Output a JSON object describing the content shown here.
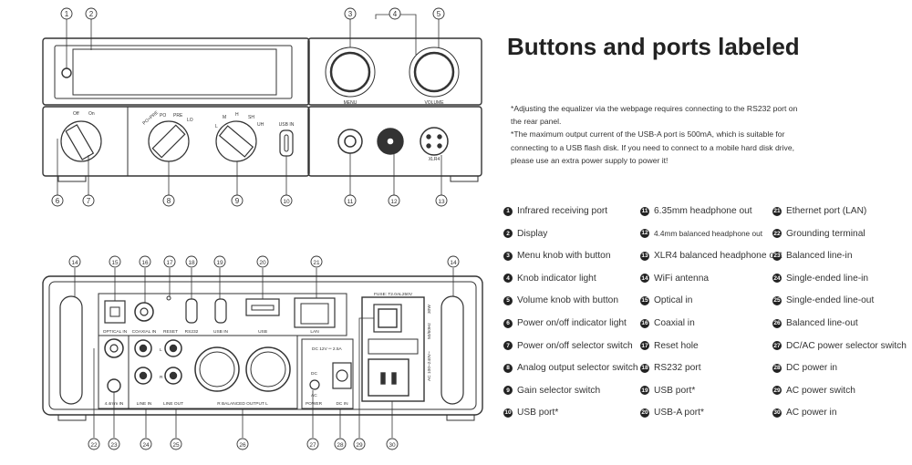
{
  "title": "Buttons and ports labeled",
  "notes": [
    "*Adjusting the equalizer via the webpage requires connecting to the RS232 port on",
    "the rear panel.",
    "*The maximum output current of the USB-A port is 500mA, which is suitable for",
    "connecting to a USB flash disk. If you need to connect to a mobile hard disk drive,",
    "please use an extra power supply to power it!"
  ],
  "legend": [
    {
      "num": "1",
      "label": "Infrared receiving port"
    },
    {
      "num": "2",
      "label": "Display"
    },
    {
      "num": "3",
      "label": "Menu knob with button"
    },
    {
      "num": "4",
      "label": "Knob indicator light"
    },
    {
      "num": "5",
      "label": "Volume knob with button"
    },
    {
      "num": "6",
      "label": "Power on/off indicator light"
    },
    {
      "num": "7",
      "label": "Power on/off selector switch"
    },
    {
      "num": "8",
      "label": "Analog output selector switch"
    },
    {
      "num": "9",
      "label": "Gain selector switch"
    },
    {
      "num": "10",
      "label": "USB port*"
    },
    {
      "num": "11",
      "label": "6.35mm headphone out"
    },
    {
      "num": "12",
      "label": "4.4mm balanced headphone out"
    },
    {
      "num": "13",
      "label": "XLR4 balanced headphone out"
    },
    {
      "num": "14",
      "label": "WiFi antenna"
    },
    {
      "num": "15",
      "label": "Optical in"
    },
    {
      "num": "16",
      "label": "Coaxial in"
    },
    {
      "num": "17",
      "label": "Reset hole"
    },
    {
      "num": "18",
      "label": "RS232 port"
    },
    {
      "num": "19",
      "label": "USB port*"
    },
    {
      "num": "20",
      "label": "USB-A port*"
    },
    {
      "num": "21",
      "label": "Ethernet port (LAN)"
    },
    {
      "num": "22",
      "label": "Grounding terminal"
    },
    {
      "num": "23",
      "label": "Balanced line-in"
    },
    {
      "num": "24",
      "label": "Single-ended line-in"
    },
    {
      "num": "25",
      "label": "Single-ended line-out"
    },
    {
      "num": "26",
      "label": "Balanced line-out"
    },
    {
      "num": "27",
      "label": "DC/AC power selector switch"
    },
    {
      "num": "28",
      "label": "DC power in"
    },
    {
      "num": "29",
      "label": "AC power switch"
    },
    {
      "num": "30",
      "label": "AC power in"
    }
  ],
  "front_labels": {
    "menu": "MENU",
    "volume": "VOLUME",
    "off": "Off",
    "on": "On",
    "gain_l": "L",
    "gain_m": "M",
    "gain_h": "H",
    "gain_sh": "SH",
    "gain_uh": "UH",
    "out_popre": "PO+PRE",
    "out_po": "PO",
    "out_pre": "PRE",
    "out_lo": "LO",
    "usb_in": "USB IN",
    "xlr_mark": "XLR4"
  },
  "rear_labels": {
    "optical_in": "OPTICAL IN",
    "coaxial_in": "COAXIAL IN",
    "reset": "RESET",
    "rs232": "RS232",
    "usb_in": "USB IN",
    "usb": "USB",
    "lan": "LAN",
    "fuse": "FUSE: T2.0AL250V",
    "line_in": "LINE IN",
    "line_out": "LINE OUT",
    "mm44_in": "4.4mm IN",
    "balanced_output": "R    BALANCED OUTPUT    L",
    "dc_rating": "DC 12V ═ 2.5A",
    "dc": "DC",
    "ac": "AC",
    "power": "POWER",
    "dc_in": "DC IN",
    "ac_rating": "AC 100~240V~",
    "freq": "50/60Hz",
    "watts": "30W",
    "l": "L",
    "r": "R"
  },
  "callouts": [
    "1",
    "2",
    "3",
    "4",
    "5",
    "6",
    "7",
    "8",
    "9",
    "10",
    "11",
    "12",
    "13",
    "14",
    "15",
    "16",
    "17",
    "18",
    "19",
    "20",
    "21",
    "22",
    "23",
    "24",
    "25",
    "26",
    "27",
    "28",
    "29",
    "30"
  ]
}
